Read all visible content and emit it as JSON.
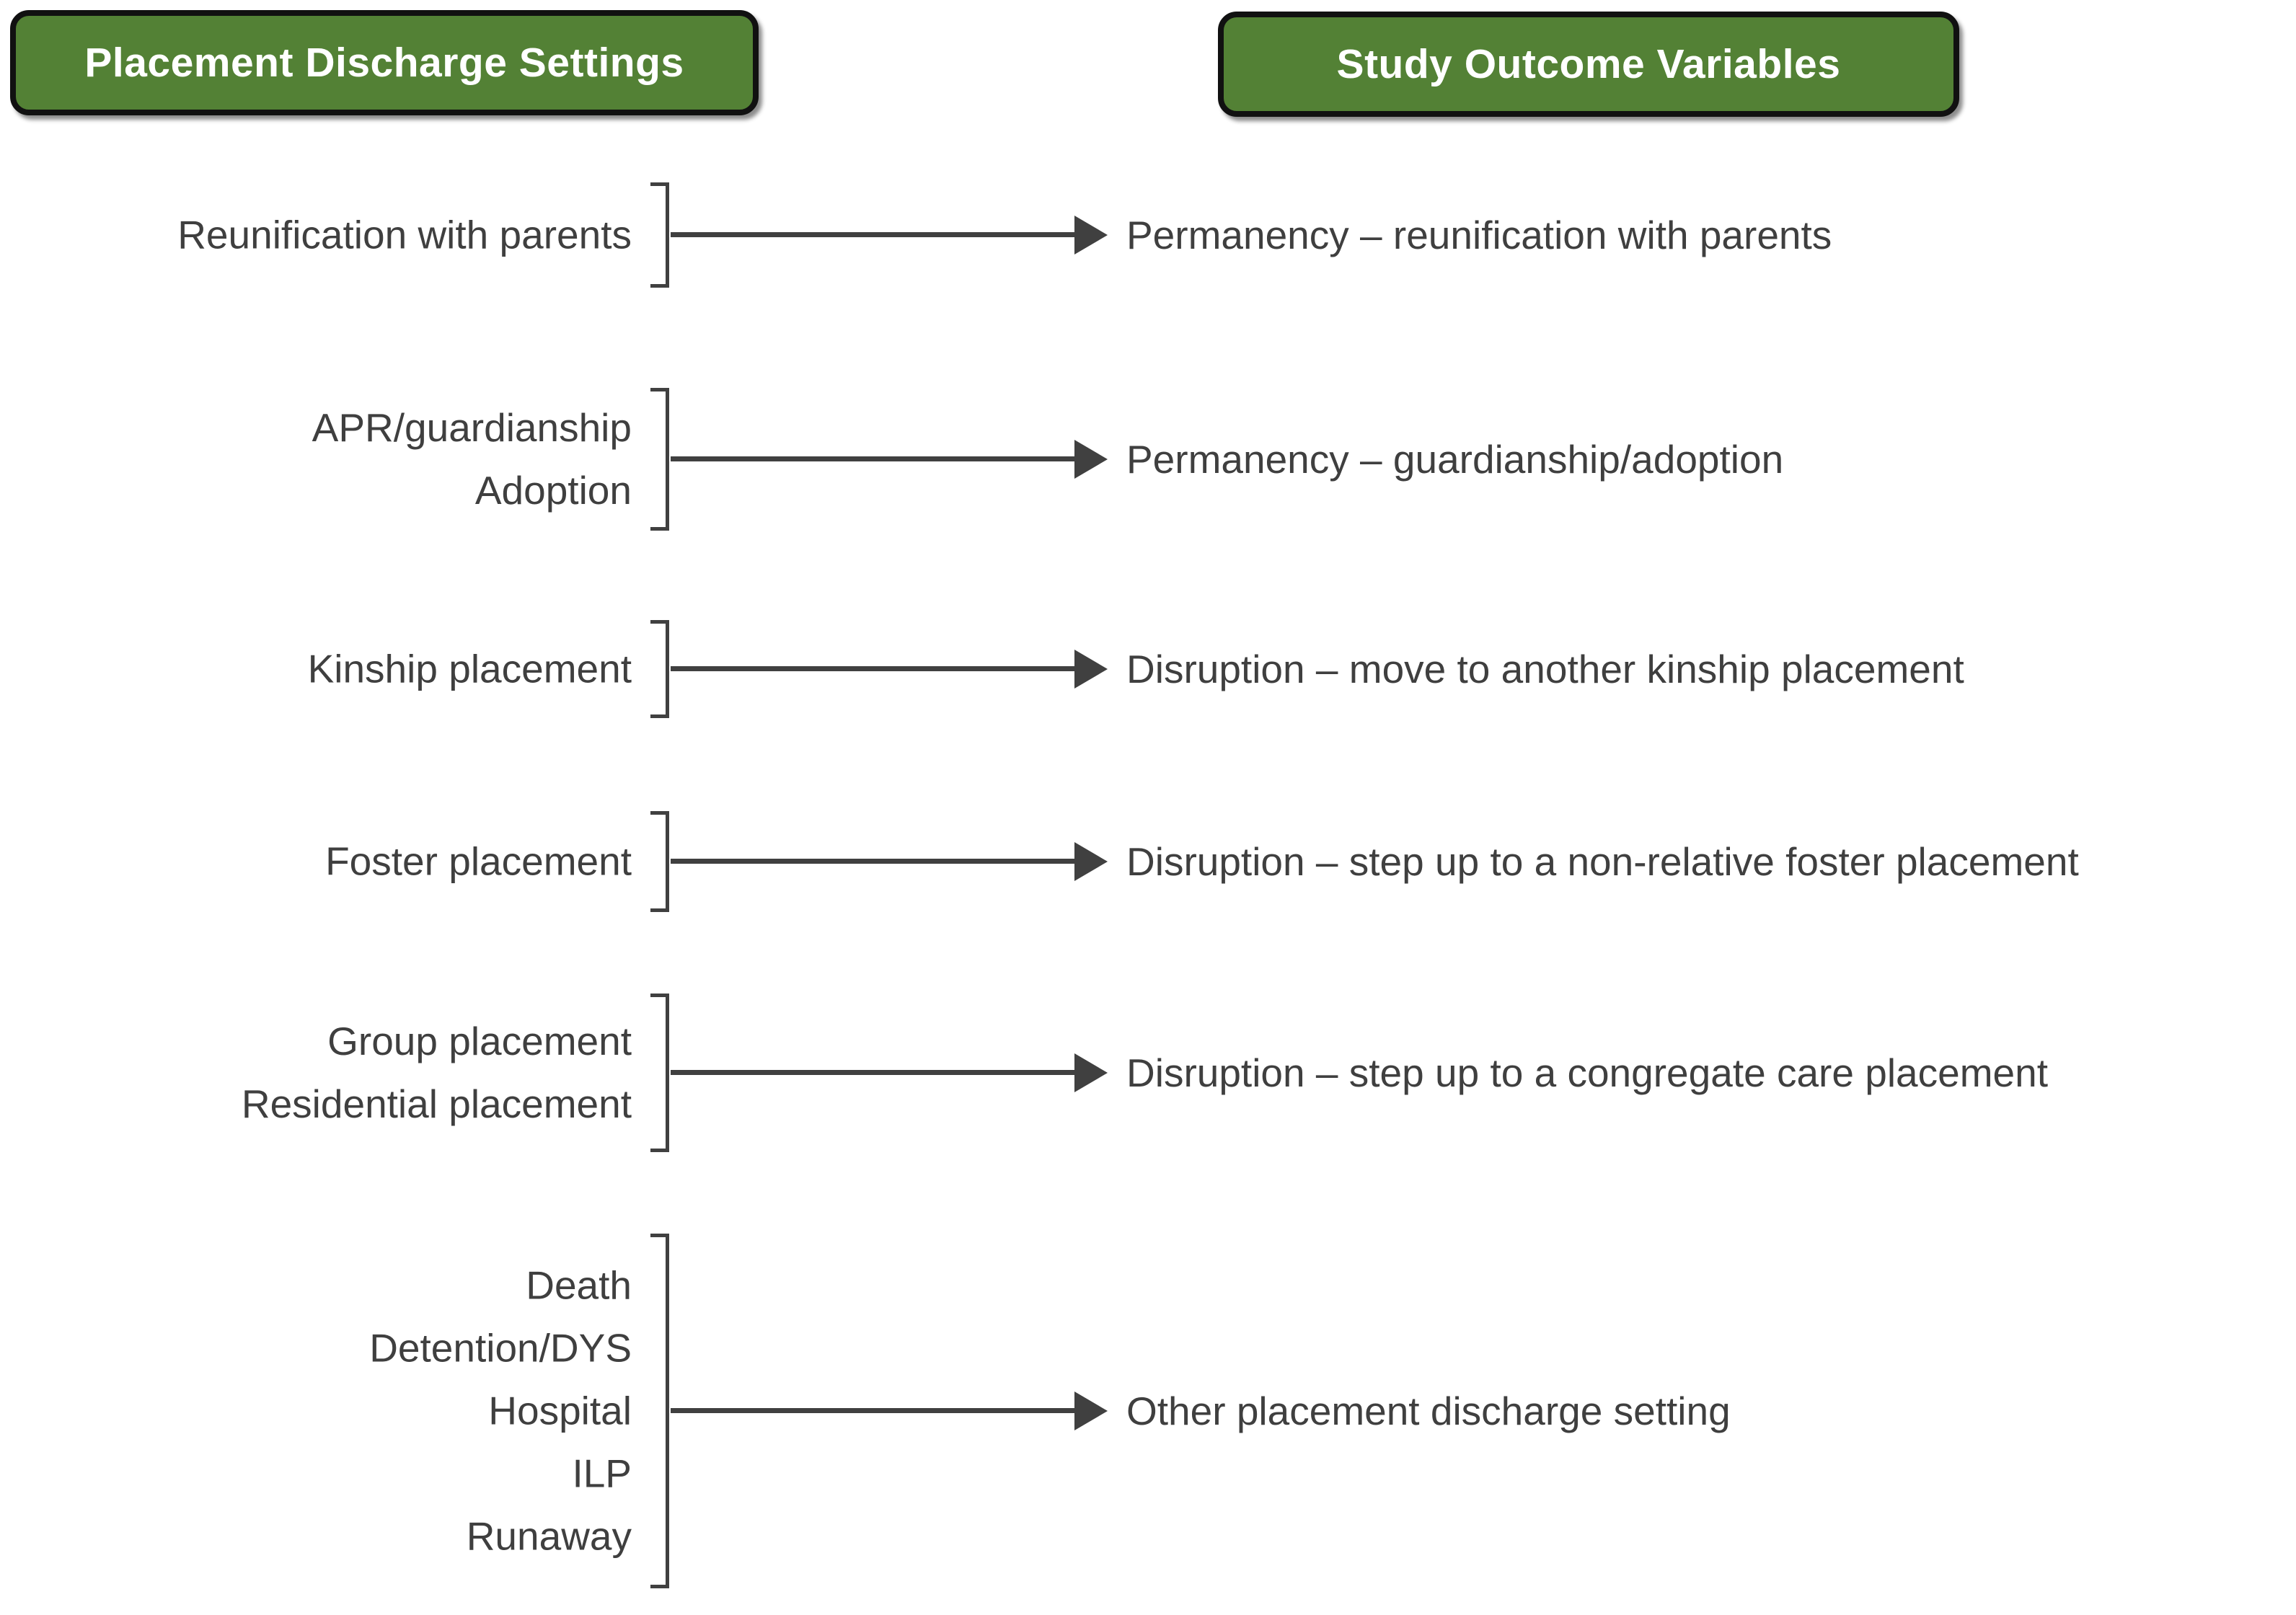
{
  "header": {
    "left_box": "Placement Discharge Settings",
    "right_box": "Study Outcome Variables"
  },
  "colors": {
    "header_green": "#538135",
    "header_border": "#111111",
    "header_text": "#ffffff",
    "diagram_ink": "#404040"
  },
  "rows": [
    {
      "settings": [
        "Reunification with parents"
      ],
      "outcome": "Permanency – reunification with parents"
    },
    {
      "settings": [
        "APR/guardianship",
        "Adoption"
      ],
      "outcome": "Permanency – guardianship/adoption"
    },
    {
      "settings": [
        "Kinship placement"
      ],
      "outcome": "Disruption – move to another kinship placement"
    },
    {
      "settings": [
        "Foster placement"
      ],
      "outcome": "Disruption – step up to a non-relative foster placement"
    },
    {
      "settings": [
        "Group placement",
        "Residential placement"
      ],
      "outcome": "Disruption – step up to a congregate care placement"
    },
    {
      "settings": [
        "Death",
        "Detention/DYS",
        "Hospital",
        "ILP",
        "Runaway"
      ],
      "outcome": "Other placement discharge setting"
    }
  ]
}
